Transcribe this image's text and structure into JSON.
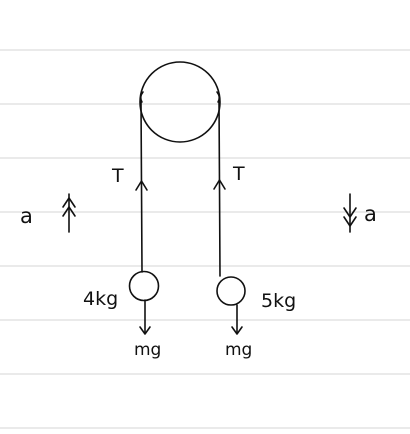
{
  "labels": {
    "tension_left": "T",
    "tension_right": "T",
    "accel_left": "a",
    "accel_right": "a",
    "mass_left": "4kg",
    "mass_right": "5kg",
    "weight_left": "mg",
    "weight_right": "mg"
  },
  "colors": {
    "ink": "#111111",
    "rule": "#d4d4d4",
    "paper": "#ffffff"
  }
}
